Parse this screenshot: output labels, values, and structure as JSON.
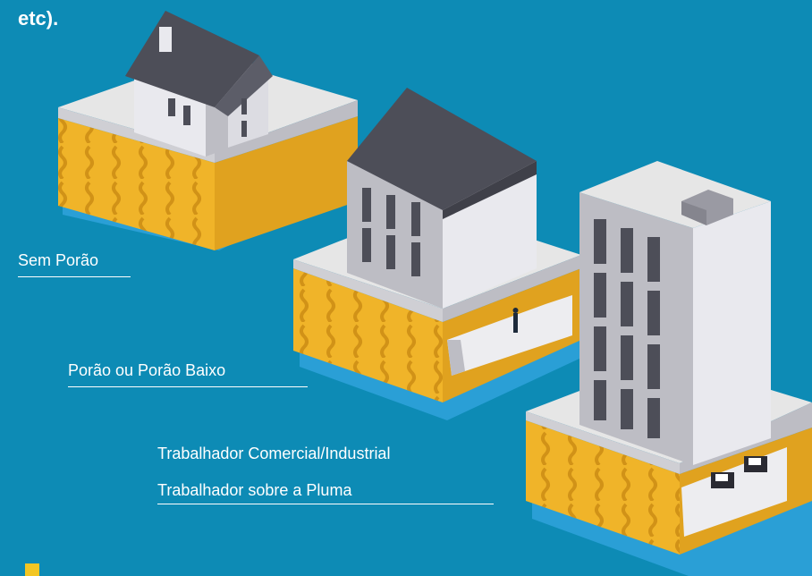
{
  "intro_fragment": "etc).",
  "labels": {
    "no_basement": "Sem Porão",
    "basement": "Porão ou Porão Baixo",
    "commercial_worker": "Trabalhador Comercial/Industrial",
    "plume_worker": "Trabalhador sobre a Pluma"
  },
  "colors": {
    "background": "#0d8bb5",
    "slab_top": "#e6e6e6",
    "soil": "#f0b429",
    "water": "#2a9fd6",
    "wall_light": "#e9e9ee",
    "wall_shade": "#bdbdc4",
    "roof": "#4d4e58",
    "window": "#4d4e58",
    "legend_swatch": "#f3c623"
  }
}
